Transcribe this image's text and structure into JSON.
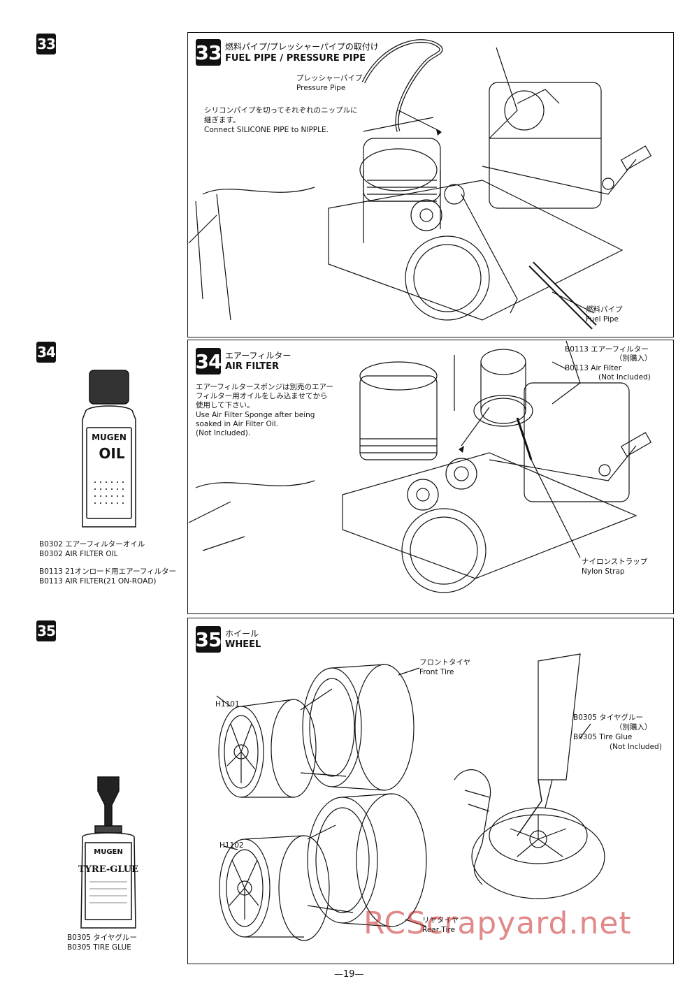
{
  "page_number": "—19—",
  "watermark": "RCScrapyard.net",
  "sections": [
    {
      "number": "33",
      "title_jp": "燃料パイプ/プレッシャーパイプの取付け",
      "title_en": "FUEL PIPE / PRESSURE PIPE",
      "labels": {
        "pressure_pipe_jp": "プレッシャーパイプ",
        "pressure_pipe_en": "Pressure Pipe",
        "note_jp_1": "シリコンパイプを切ってそれぞれのニップルに",
        "note_jp_2": "継ぎます。",
        "note_en": "Connect SILICONE PIPE to NIPPLE.",
        "fuel_pipe_jp": "燃料パイプ",
        "fuel_pipe_en": "Fuel Pipe"
      }
    },
    {
      "number": "34",
      "title_jp": "エアーフィルター",
      "title_en": "AIR FILTER",
      "labels": {
        "note_jp_1": "エアーフィルタースポンジは別売のエアー",
        "note_jp_2": "フィルター用オイルをしみ込ませてから",
        "note_jp_3": "使用して下さい。",
        "note_en_1": "Use Air Filter Sponge after being",
        "note_en_2": "soaked in Air Filter Oil.",
        "note_en_3": "(Not Included).",
        "filter_jp_1": "B0113 エアーフィルター",
        "filter_jp_2": "（別購入）",
        "filter_en_1": "B0113 Air Filter",
        "filter_en_2": "(Not Included)",
        "strap_jp": "ナイロンストラップ",
        "strap_en": "Nylon Strap"
      },
      "side_captions": [
        "B0302 エアーフィルターオイル",
        "B0302 AIR FILTER OIL",
        "B0113 21オンロード用エアーフィルター",
        "B0113 AIR FILTER(21 ON-ROAD)"
      ],
      "bottle_text": {
        "brand": "MUGEN",
        "product": "OIL"
      }
    },
    {
      "number": "35",
      "title_jp": "ホイール",
      "title_en": "WHEEL",
      "labels": {
        "front_tire_jp": "フロントタイヤ",
        "front_tire_en": "Front Tire",
        "h1101": "H1101",
        "h1102": "H1102",
        "glue_jp_1": "B0305 タイヤグルー",
        "glue_jp_2": "（別購入）",
        "glue_en_1": "B0305 Tire Glue",
        "glue_en_2": "(Not Included)",
        "rear_tire_jp": "リヤタイヤ",
        "rear_tire_en": "Rear Tire"
      },
      "side_captions": [
        "B0305 タイヤグルー",
        "B0305 TIRE GLUE"
      ],
      "bottle_text": {
        "brand": "MUGEN",
        "product": "TYRE-GLUE"
      }
    }
  ]
}
